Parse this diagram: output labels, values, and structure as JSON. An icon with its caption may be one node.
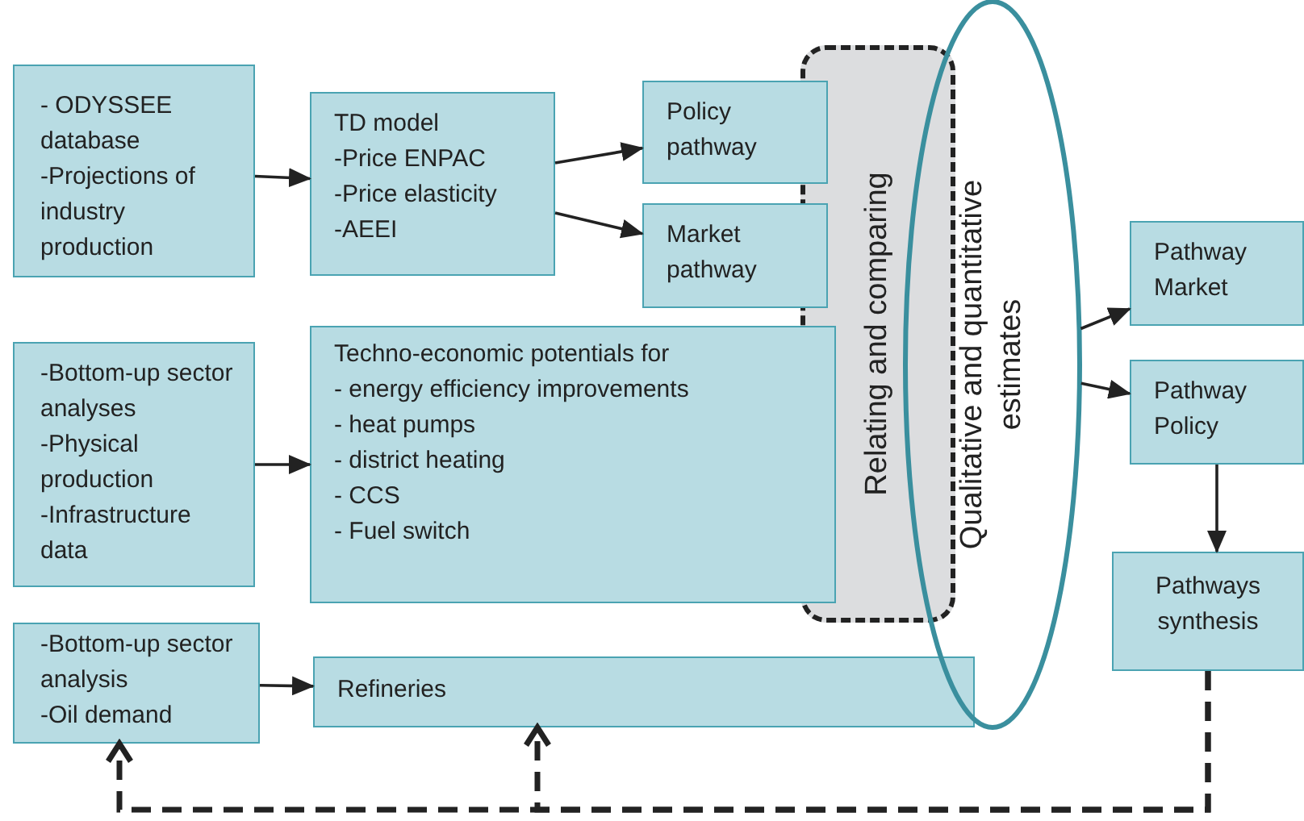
{
  "diagram": {
    "nodes": [
      {
        "text": [
          "- ODYSSEE database",
          "-Projections of industry production"
        ]
      },
      {
        "text": [
          "TD model",
          "-Price ENPAC",
          "-Price elasticity",
          "-AEEI"
        ]
      },
      {
        "text": [
          "Policy pathway"
        ]
      },
      {
        "text": [
          "Market pathway"
        ]
      },
      {
        "text": [
          "-Bottom-up sector analyses",
          "-Physical production",
          "-Infrastructure data"
        ]
      },
      {
        "text": [
          "Techno-economic potentials for",
          "- energy efficiency improvements",
          "- heat pumps",
          "- district heating",
          "- CCS",
          "- Fuel switch"
        ]
      },
      {
        "text": [
          "Relating and comparing"
        ]
      },
      {
        "text": [
          "Qualitative and quantitative estimates"
        ]
      },
      {
        "text": [
          "Pathway Market"
        ]
      },
      {
        "text": [
          "Pathway Policy"
        ]
      },
      {
        "text": [
          "Pathways synthesis"
        ]
      },
      {
        "text": [
          "-Bottom-up sector analysis",
          "-Oil demand"
        ]
      },
      {
        "text": [
          "Refineries"
        ]
      }
    ],
    "edges": [
      {
        "from": 0,
        "to": 1,
        "arrow": "to"
      },
      {
        "from": 1,
        "to": 2,
        "arrow": "to"
      },
      {
        "from": 1,
        "to": 3,
        "arrow": "to"
      },
      {
        "from": 4,
        "to": 5,
        "arrow": "to"
      },
      {
        "from": 7,
        "to": 8,
        "arrow": "to"
      },
      {
        "from": 7,
        "to": 9,
        "arrow": "to"
      },
      {
        "from": 9,
        "to": 10,
        "arrow": "to"
      },
      {
        "from": 11,
        "to": 12,
        "arrow": "to"
      },
      {
        "from": 10,
        "to": 11,
        "arrow": "to",
        "style": "dashed"
      },
      {
        "from": 10,
        "to": 12,
        "arrow": "to",
        "style": "dashed"
      }
    ]
  }
}
